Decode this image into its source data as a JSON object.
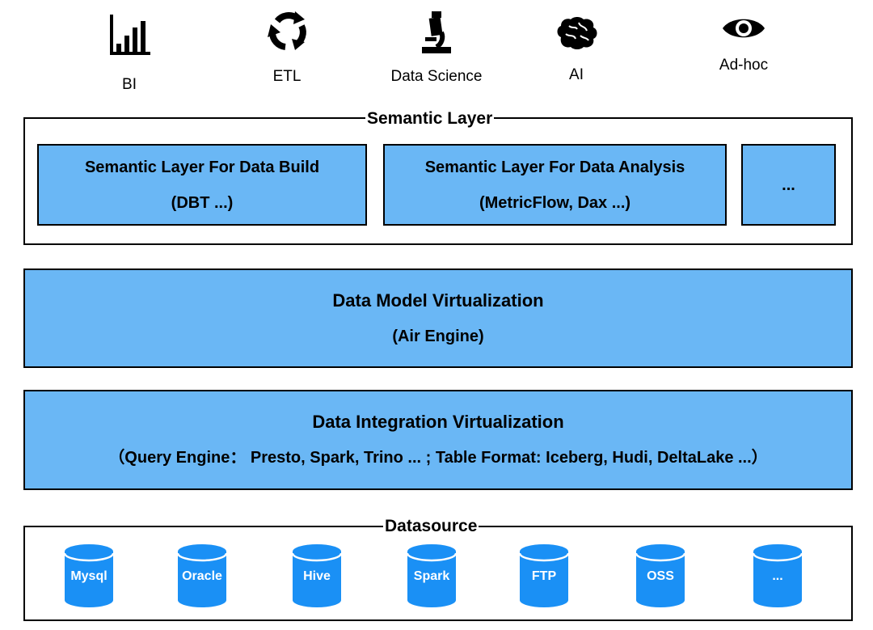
{
  "consumers": [
    {
      "label": "BI",
      "icon": "bar-chart-icon"
    },
    {
      "label": "ETL",
      "icon": "recycle-arrows-icon"
    },
    {
      "label": "Data Science",
      "icon": "microscope-icon"
    },
    {
      "label": "AI",
      "icon": "brain-icon"
    },
    {
      "label": "Ad-hoc",
      "icon": "eye-icon"
    }
  ],
  "semantic_layer": {
    "title": "Semantic Layer",
    "boxes": [
      {
        "line1": "Semantic Layer For Data Build",
        "line2": "(DBT ...)"
      },
      {
        "line1": "Semantic Layer For Data Analysis",
        "line2": "(MetricFlow, Dax ...)"
      },
      {
        "line1": "..."
      }
    ]
  },
  "data_model_virtualization": {
    "line1": "Data Model Virtualization",
    "line2": "(Air Engine)"
  },
  "data_integration_virtualization": {
    "line1": "Data Integration Virtualization",
    "line2": "（Query Engine： Presto, Spark, Trino ...  ; Table Format: Iceberg, Hudi, DeltaLake ...）"
  },
  "datasource": {
    "title": "Datasource",
    "items": [
      "Mysql",
      "Oracle",
      "Hive",
      "Spark",
      "FTP",
      "OSS",
      "..."
    ]
  },
  "colors": {
    "box_fill": "#6ab7f5",
    "cylinder_fill": "#1a90f5",
    "border": "#000000"
  }
}
